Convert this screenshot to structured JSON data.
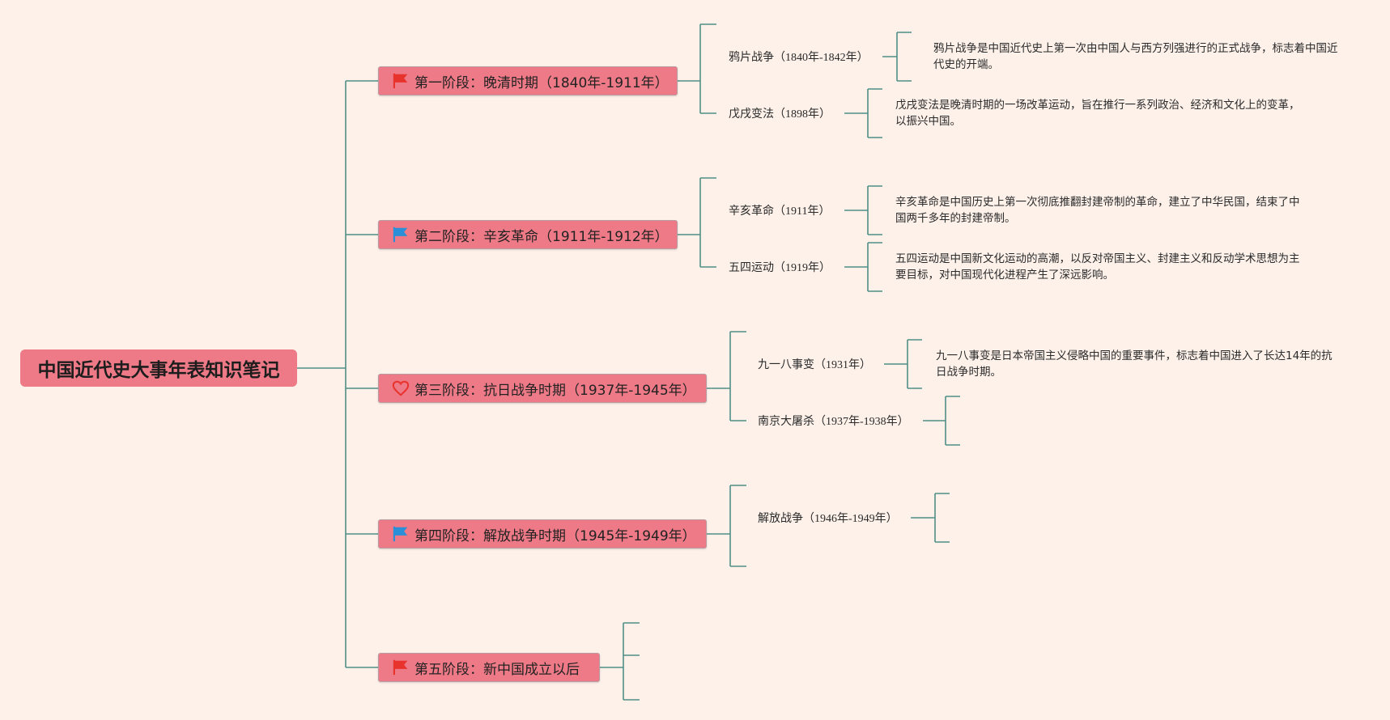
{
  "root": {
    "title": "中国近代史大事年表知识笔记"
  },
  "stages": [
    {
      "label": "第一阶段：晚清时期（1840年-1911年）",
      "marker": "red-flag-icon",
      "marker_color": "#e8322c",
      "events": [
        {
          "label": "鸦片战争（1840年-1842年）",
          "desc": "鸦片战争是中国近代史上第一次由中国人与西方列强进行的正式战争，标志着中国近代史的开端。"
        },
        {
          "label": "戊戌变法（1898年）",
          "desc": "戊戌变法是晚清时期的一场改革运动，旨在推行一系列政治、经济和文化上的变革，以振兴中国。"
        }
      ]
    },
    {
      "label": "第二阶段：辛亥革命（1911年-1912年）",
      "marker": "blue-flag-icon",
      "marker_color": "#2a8fd6",
      "events": [
        {
          "label": "辛亥革命（1911年）",
          "desc": "辛亥革命是中国历史上第一次彻底推翻封建帝制的革命，建立了中华民国，结束了中国两千多年的封建帝制。"
        },
        {
          "label": "五四运动（1919年）",
          "desc": "五四运动是中国新文化运动的高潮，以反对帝国主义、封建主义和反动学术思想为主要目标，对中国现代化进程产生了深远影响。"
        }
      ]
    },
    {
      "label": "第三阶段：抗日战争时期（1937年-1945年）",
      "marker": "heart-icon",
      "marker_color": "#e8322c",
      "events": [
        {
          "label": "九一八事变（1931年）",
          "desc": "九一八事变是日本帝国主义侵略中国的重要事件，标志着中国进入了长达14年的抗日战争时期。"
        },
        {
          "label": "南京大屠杀（1937年-1938年）",
          "desc": ""
        }
      ]
    },
    {
      "label": "第四阶段：解放战争时期（1945年-1949年）",
      "marker": "blue-flag-icon",
      "marker_color": "#2a8fd6",
      "events": [
        {
          "label": "解放战争（1946年-1949年）",
          "desc": ""
        }
      ]
    },
    {
      "label": "第五阶段：新中国成立以后",
      "marker": "red-flag-icon",
      "marker_color": "#e8322c",
      "events": []
    }
  ],
  "colors": {
    "background": "#fdf1ea",
    "node": "#ee7a87",
    "connector": "#4f8f86"
  }
}
